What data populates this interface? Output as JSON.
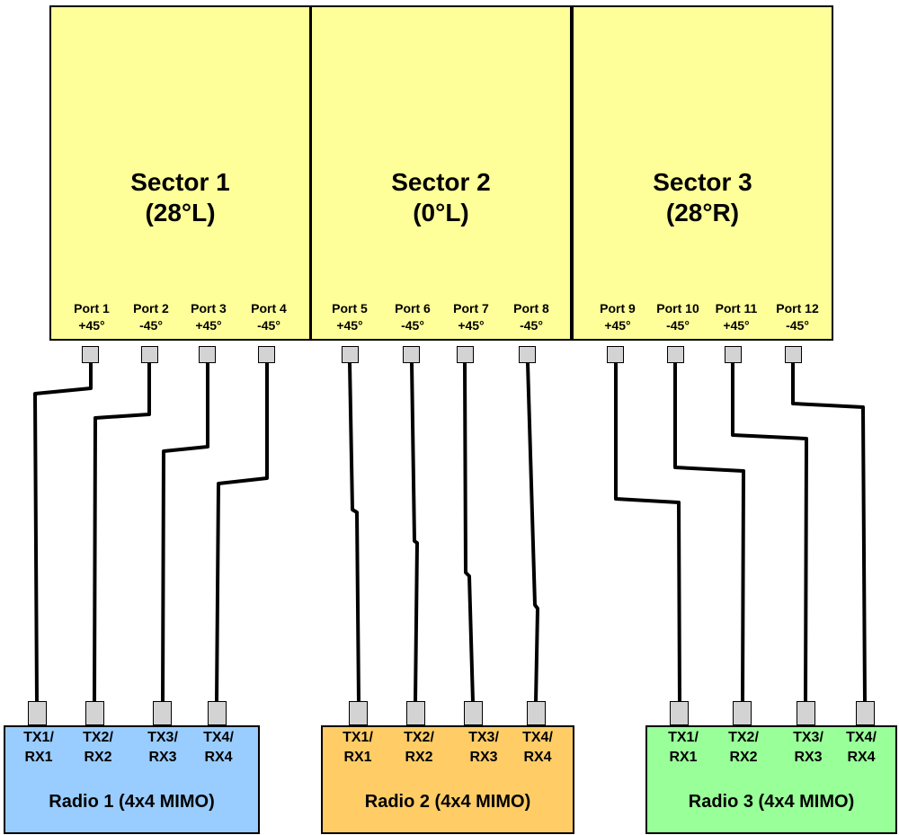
{
  "sectors": [
    {
      "name": "Sector 1",
      "tilt": "(28°L)",
      "ports": [
        {
          "label": "Port 1",
          "pol": "+45°"
        },
        {
          "label": "Port 2",
          "pol": "-45°"
        },
        {
          "label": "Port 3",
          "pol": "+45°"
        },
        {
          "label": "Port 4",
          "pol": "-45°"
        }
      ]
    },
    {
      "name": "Sector 2",
      "tilt": "(0°L)",
      "ports": [
        {
          "label": "Port 5",
          "pol": "+45°"
        },
        {
          "label": "Port 6",
          "pol": "-45°"
        },
        {
          "label": "Port 7",
          "pol": "+45°"
        },
        {
          "label": "Port 8",
          "pol": "-45°"
        }
      ]
    },
    {
      "name": "Sector 3",
      "tilt": "(28°R)",
      "ports": [
        {
          "label": "Port 9",
          "pol": "+45°"
        },
        {
          "label": "Port 10",
          "pol": "-45°"
        },
        {
          "label": "Port 11",
          "pol": "+45°"
        },
        {
          "label": "Port 12",
          "pol": "-45°"
        }
      ]
    }
  ],
  "radios": [
    {
      "name": "Radio 1 (4x4 MIMO)",
      "color": "#99ccff",
      "ports": [
        {
          "top": "TX1/",
          "bottom": "RX1"
        },
        {
          "top": "TX2/",
          "bottom": "RX2"
        },
        {
          "top": "TX3/",
          "bottom": "RX3"
        },
        {
          "top": "TX4/",
          "bottom": "RX4"
        }
      ]
    },
    {
      "name": "Radio 2 (4x4 MIMO)",
      "color": "#ffcc66",
      "ports": [
        {
          "top": "TX1/",
          "bottom": "RX1"
        },
        {
          "top": "TX2/",
          "bottom": "RX2"
        },
        {
          "top": "TX3/",
          "bottom": "RX3"
        },
        {
          "top": "TX4/",
          "bottom": "RX4"
        }
      ]
    },
    {
      "name": "Radio 3 (4x4 MIMO)",
      "color": "#99ff99",
      "ports": [
        {
          "top": "TX1/",
          "bottom": "RX1"
        },
        {
          "top": "TX2/",
          "bottom": "RX2"
        },
        {
          "top": "TX3/",
          "bottom": "RX3"
        },
        {
          "top": "TX4/",
          "bottom": "RX4"
        }
      ]
    }
  ]
}
